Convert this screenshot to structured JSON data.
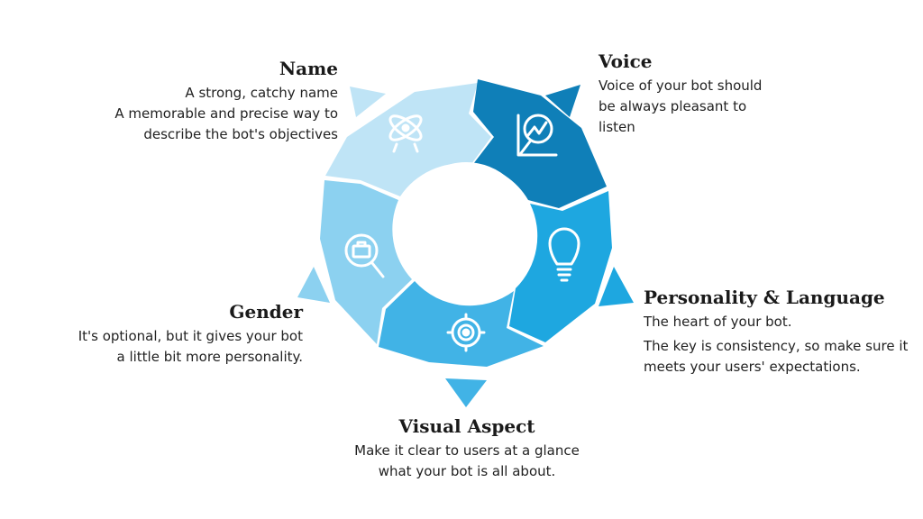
{
  "segments": [
    {
      "id": "name",
      "color": "#bfe4f6",
      "icon": "atom-icon"
    },
    {
      "id": "voice",
      "color": "#0f7fb8",
      "icon": "chart-search-icon"
    },
    {
      "id": "personality",
      "color": "#1ea7e0",
      "icon": "lightbulb-icon"
    },
    {
      "id": "visual",
      "color": "#41b3e6",
      "icon": "target-gear-icon"
    },
    {
      "id": "gender",
      "color": "#8cd1f0",
      "icon": "briefcase-search-icon"
    }
  ],
  "labels": {
    "name": {
      "title": "Name",
      "lines": [
        "A strong, catchy name",
        "A memorable and precise way to",
        "describe the bot's objectives"
      ]
    },
    "voice": {
      "title": "Voice",
      "lines": [
        "Voice of your bot should",
        "be always pleasant to",
        "listen"
      ]
    },
    "personality": {
      "title": "Personality & Language",
      "lines": [
        "The heart of your bot.",
        "The key is consistency, so make sure it",
        "meets your users' expectations."
      ]
    },
    "visual": {
      "title": "Visual Aspect",
      "lines": [
        "Make it clear to users at a glance",
        "what your bot is all about."
      ]
    },
    "gender": {
      "title": "Gender",
      "lines": [
        "It's optional, but it gives your bot",
        "a little bit more personality."
      ]
    }
  }
}
